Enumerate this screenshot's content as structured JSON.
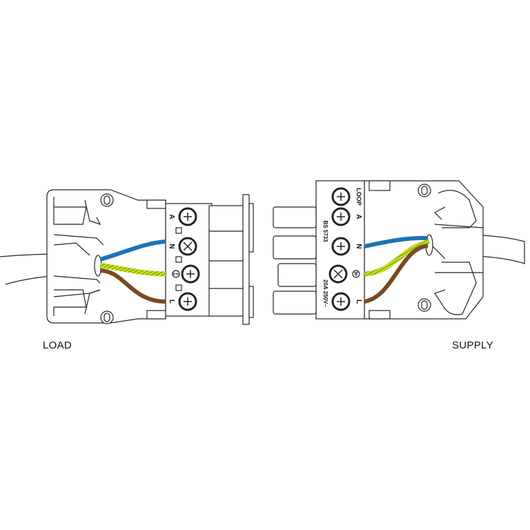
{
  "labels": {
    "load": "LOAD",
    "supply": "SUPPLY"
  },
  "load_connector": {
    "terminals": [
      "A",
      "N",
      "earth-symbol",
      "L"
    ]
  },
  "supply_connector": {
    "terminals": [
      "LOOP",
      "A",
      "N",
      "earth-symbol",
      "L"
    ],
    "standard": "BS 5733",
    "rating": "20A 250V~"
  },
  "colors": {
    "neutral": "#1e73b4",
    "live": "#7a4a20",
    "earth_green": "#7ab828",
    "earth_yellow": "#e8e000"
  }
}
